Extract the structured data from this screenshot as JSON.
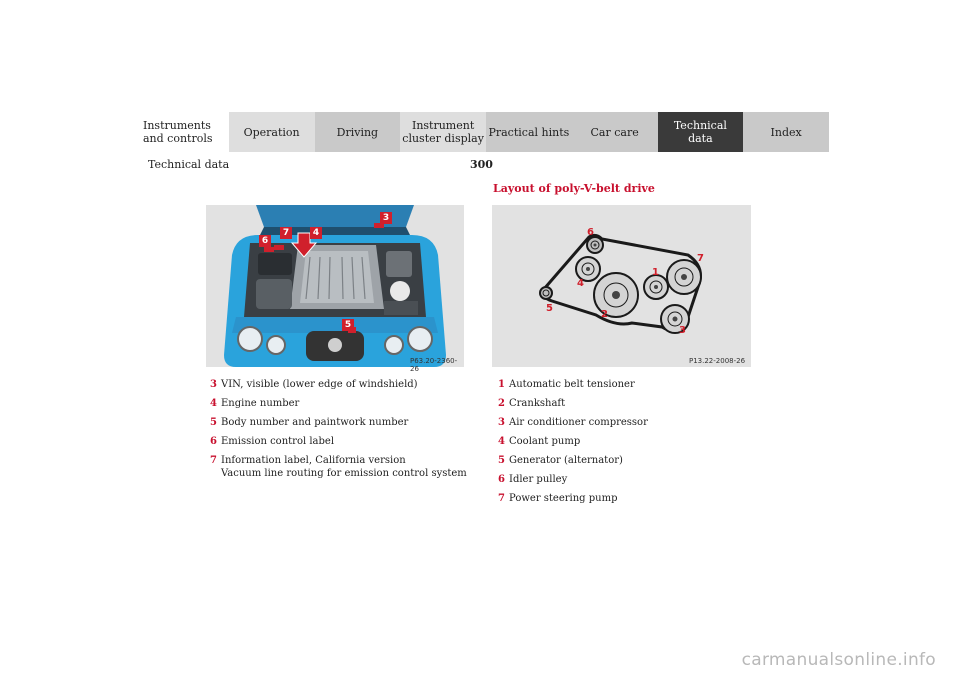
{
  "nav": {
    "tabs": [
      {
        "label": "Instruments\nand controls"
      },
      {
        "label": "Operation"
      },
      {
        "label": "Driving"
      },
      {
        "label": "Instrument\ncluster display"
      },
      {
        "label": "Practical hints"
      },
      {
        "label": "Car care"
      },
      {
        "label": "Technical\ndata"
      },
      {
        "label": "Index"
      }
    ]
  },
  "page": {
    "number": "300",
    "section": "Technical data"
  },
  "belt": {
    "heading": "Layout of poly-V-belt drive"
  },
  "figure_engine": {
    "code": "P63.20-2360-26",
    "callouts": [
      "3",
      "4",
      "5",
      "6",
      "7"
    ]
  },
  "figure_belt": {
    "code": "P13.22-2008-26",
    "callouts": [
      "1",
      "2",
      "3",
      "4",
      "5",
      "6",
      "7"
    ]
  },
  "legend_left": [
    {
      "num": "3",
      "text": "VIN, visible (lower edge of windshield)"
    },
    {
      "num": "4",
      "text": "Engine number"
    },
    {
      "num": "5",
      "text": "Body number and paintwork number"
    },
    {
      "num": "6",
      "text": "Emission control label"
    },
    {
      "num": "7",
      "text": "Information label, California version\nVacuum line routing for emission control system"
    }
  ],
  "legend_right": [
    {
      "num": "1",
      "text": "Automatic belt tensioner"
    },
    {
      "num": "2",
      "text": "Crankshaft"
    },
    {
      "num": "3",
      "text": "Air conditioner compressor"
    },
    {
      "num": "4",
      "text": "Coolant pump"
    },
    {
      "num": "5",
      "text": "Generator (alternator)"
    },
    {
      "num": "6",
      "text": "Idler pulley"
    },
    {
      "num": "7",
      "text": "Power steering pump"
    }
  ],
  "watermark": "carmanualsonline.info",
  "colors": {
    "accent": "#c8102e",
    "active_tab": "#3a3a3a",
    "car_blue": "#2aa3dc"
  }
}
